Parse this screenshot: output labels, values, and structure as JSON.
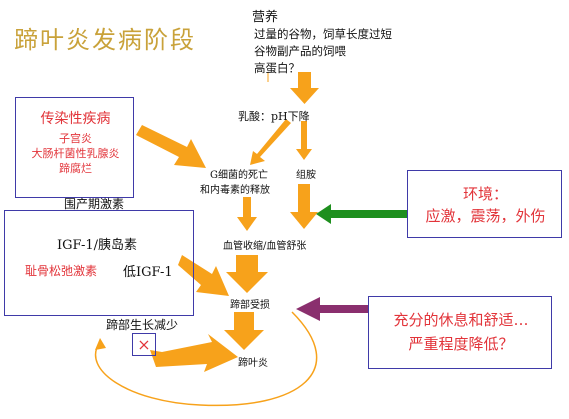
{
  "title": "蹄叶炎发病阶段",
  "nutrition": {
    "heading": "营养",
    "lines": [
      "过量的谷物，饲草长度过短",
      "谷物副产品的饲喂",
      "高蛋白？"
    ]
  },
  "lactic_acid": "乳酸：pH下降",
  "infection": {
    "heading": "传染性疾病",
    "items": [
      "子宫炎",
      "大肠杆菌性乳腺炎",
      "蹄腐烂"
    ]
  },
  "gram_negative": [
    "G细菌的死亡",
    "和内毒素的释放"
  ],
  "histamine": "组胺",
  "environment": {
    "heading": "环境：",
    "detail": "应激，震荡，外伤"
  },
  "periparturient": "围产期激素",
  "hormones": {
    "igf": "IGF-1/胰岛素",
    "relaxin": "耻骨松弛激素",
    "low_igf": "低IGF-1"
  },
  "vascular": "血管收缩/血管舒张",
  "hoof_damage": "蹄部受损",
  "reduced_growth": "蹄部生长减少",
  "blocked_mark": "×",
  "rest": {
    "line1": "充分的休息和舒适…",
    "line2": "严重程度降低？"
  },
  "laminitis": "蹄叶炎",
  "colors": {
    "title": "#c9a23a",
    "accent_red": "#e2343a",
    "box_border": "#3f3aa8",
    "orange_arrow": "#f7a21b",
    "green_arrow": "#1e8f1e",
    "purple_arrow": "#8a2f6e"
  }
}
